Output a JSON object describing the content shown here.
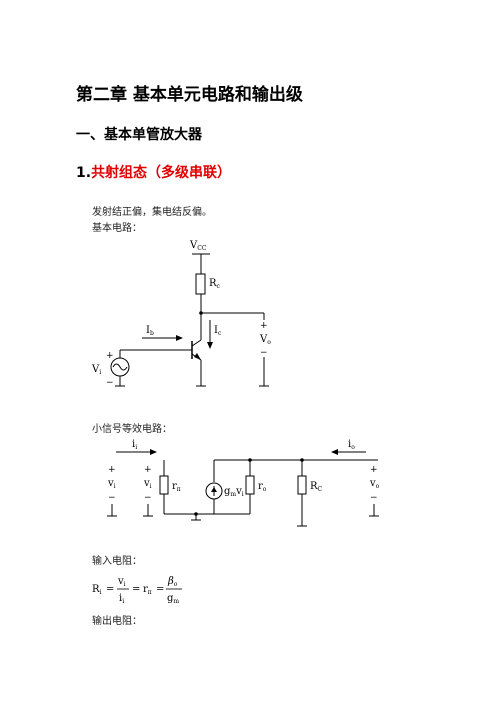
{
  "chapter": {
    "title": "第二章  基本单元电路和输出级"
  },
  "section": {
    "title": "一、基本单管放大器"
  },
  "subsection": {
    "number": "1.",
    "title": "共射组态（多级串联）"
  },
  "text": {
    "bias": "发射结正偏，集电结反偏。",
    "basic_circuit": "基本电路：",
    "small_signal": "小信号等效电路：",
    "input_resistance": "输入电阻：",
    "output_resistance": "输出电阻："
  },
  "circuit1": {
    "vcc_main": "V",
    "vcc_sub": "CC",
    "rc_main": "R",
    "rc_sub": "c",
    "ib_main": "I",
    "ib_sub": "b",
    "ic_main": "I",
    "ic_sub": "c",
    "vo_plus": "+",
    "vo_main": "V",
    "vo_sub": "o",
    "vo_minus": "−",
    "vi_plus": "+",
    "vi_main": "V",
    "vi_sub": "i",
    "vi_minus": "−"
  },
  "circuit2": {
    "ii_main": "i",
    "ii_sub": "i",
    "io_main": "i",
    "io_sub": "o",
    "vi1_plus": "+",
    "vi1_main": "v",
    "vi1_sub": "i",
    "vi1_minus": "−",
    "vi2_plus": "+",
    "vi2_main": "v",
    "vi2_sub": "i",
    "vi2_minus": "−",
    "rpi_main": "r",
    "rpi_sub": "π",
    "gm_main": "g",
    "gm_sub": "m",
    "gm_v": "v",
    "gm_vsub": "i",
    "ro_main": "r",
    "ro_sub": "o",
    "rc_main": "R",
    "rc_sub": "C",
    "vo_plus": "+",
    "vo_main": "v",
    "vo_sub": "o",
    "vo_minus": "−"
  },
  "formula": {
    "r_main": "R",
    "r_sub": "i",
    "eq1": "=",
    "num_v": "v",
    "num_sub": "i",
    "den_i": "i",
    "den_sub": "i",
    "eq2": "=",
    "rpi_main": "r",
    "rpi_sub": "π",
    "eq3": "=",
    "beta": "β",
    "beta_sub": "o",
    "gm_main": "g",
    "gm_sub": "m"
  }
}
